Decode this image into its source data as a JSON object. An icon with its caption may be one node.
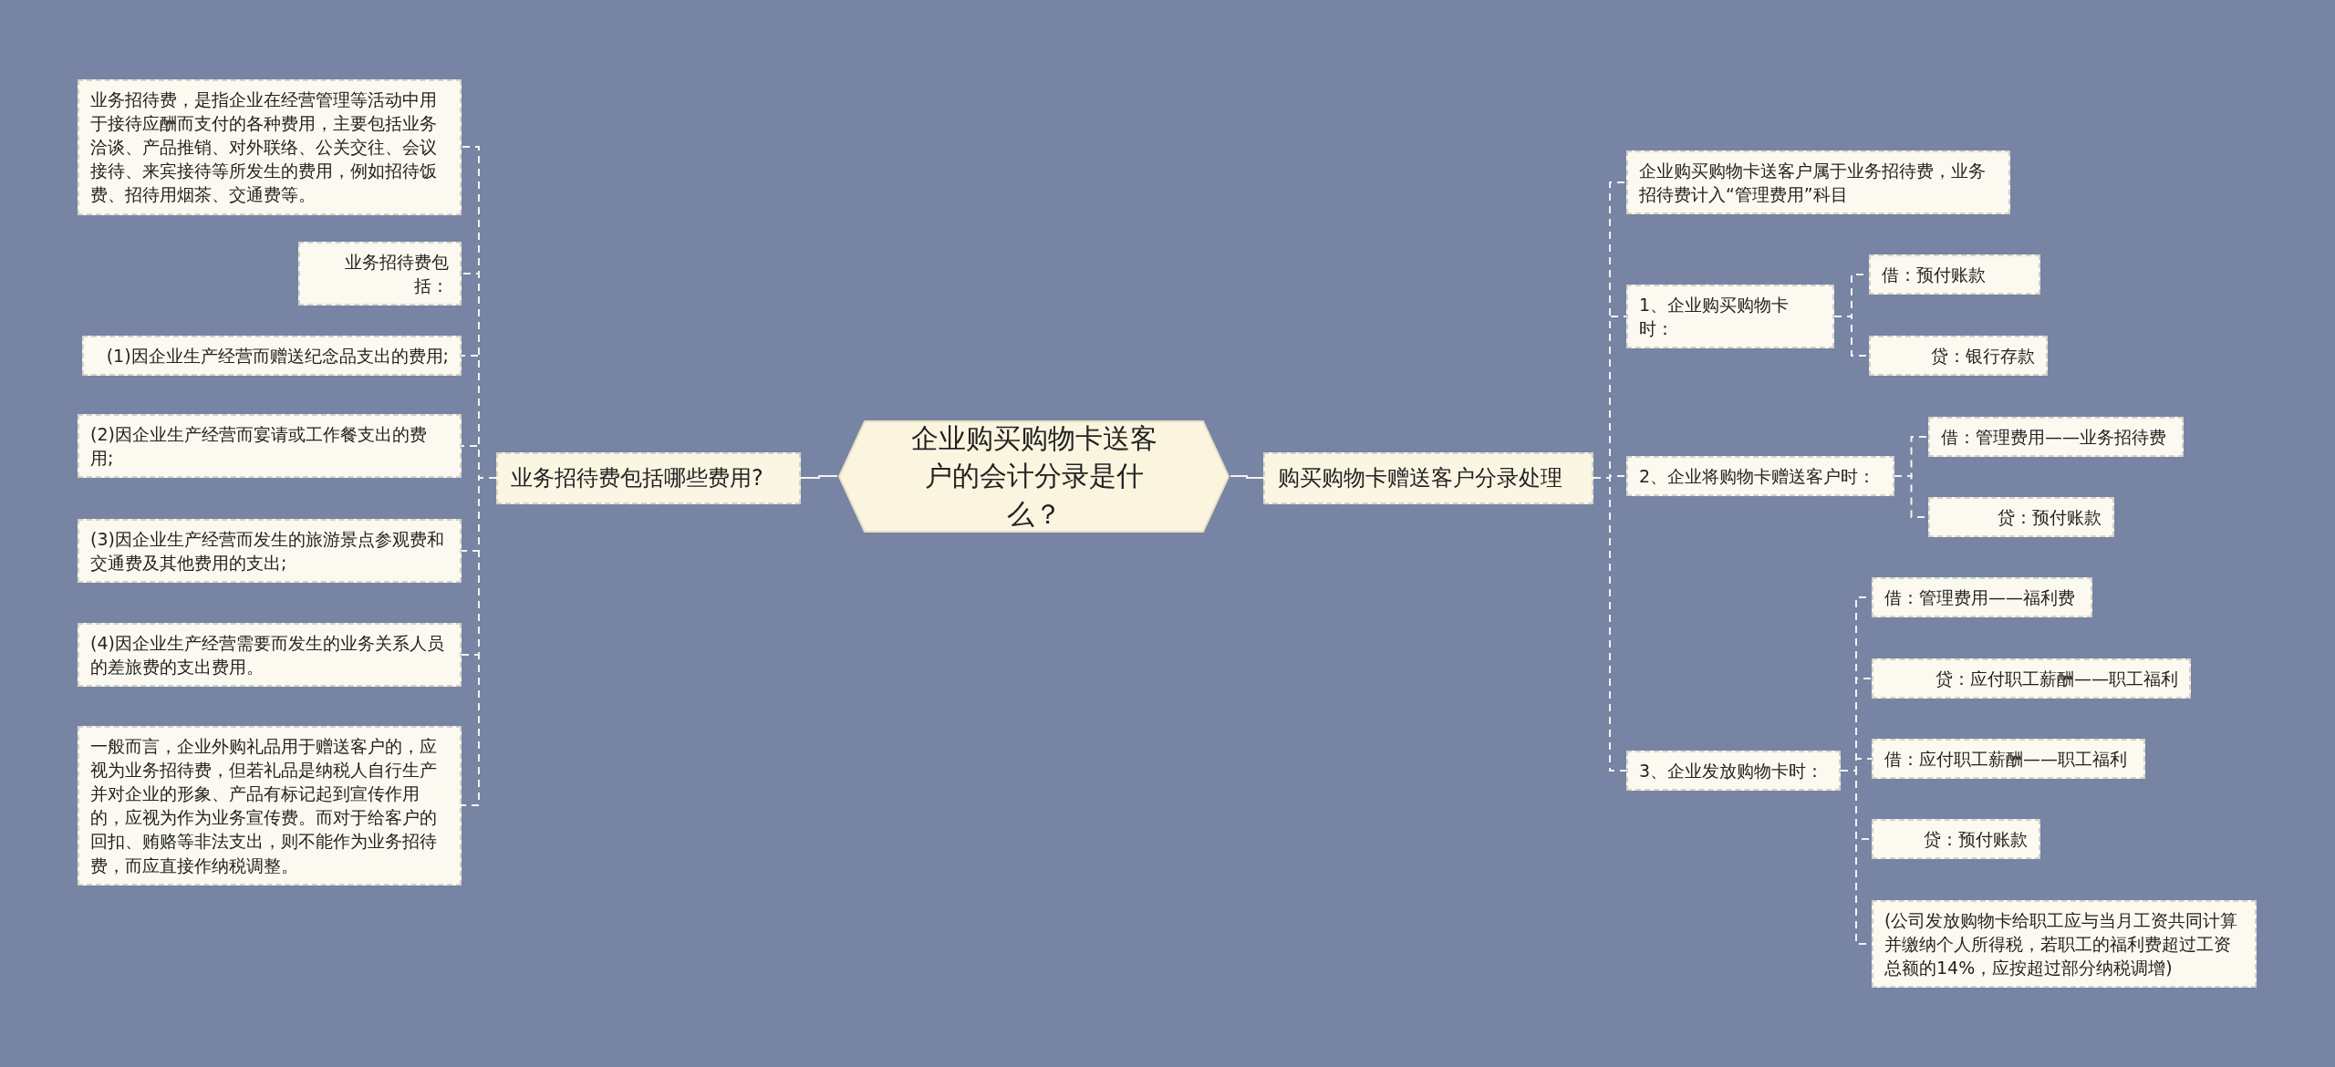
{
  "diagram": {
    "nodes": [
      {
        "text": [
          "企业购买购物卡送客户的会计分录是什么？"
        ]
      },
      {
        "text": [
          "业务招待费包括哪些费用?"
        ]
      },
      {
        "text": [
          "业务招待费，是指企业在经营管理等活动中用于接待应酬而支付的各种费用，主要包括业务洽谈、产品推销、对外联络、公关交往、会议接待、来宾接待等所发生的费用，例如招待饭费、招待用烟茶、交通费等。"
        ]
      },
      {
        "text": [
          "业务招待费包括："
        ]
      },
      {
        "text": [
          "(1)因企业生产经营而赠送纪念品支出的费用;"
        ]
      },
      {
        "text": [
          "(2)因企业生产经营而宴请或工作餐支出的费用;"
        ]
      },
      {
        "text": [
          "(3)因企业生产经营而发生的旅游景点参观费和交通费及其他费用的支出;"
        ]
      },
      {
        "text": [
          "(4)因企业生产经营需要而发生的业务关系人员的差旅费的支出费用。"
        ]
      },
      {
        "text": [
          "一般而言，企业外购礼品用于赠送客户的，应视为业务招待费，但若礼品是纳税人自行生产并对企业的形象、产品有标记起到宣传作用的，应视为作为业务宣传费。而对于给客户的回扣、贿赂等非法支出，则不能作为业务招待费，而应直接作纳税调整。"
        ]
      },
      {
        "text": [
          "购买购物卡赠送客户分录处理"
        ]
      },
      {
        "text": [
          "企业购买购物卡送客户属于业务招待费，业务招待费计入“管理费用”科目"
        ]
      },
      {
        "text": [
          "1、企业购买购物卡时："
        ]
      },
      {
        "text": [
          "借：预付账款"
        ]
      },
      {
        "text": [
          "贷：银行存款"
        ]
      },
      {
        "text": [
          "2、企业将购物卡赠送客户时："
        ]
      },
      {
        "text": [
          "借：管理费用——业务招待费"
        ]
      },
      {
        "text": [
          "贷：预付账款"
        ]
      },
      {
        "text": [
          "3、企业发放购物卡时："
        ]
      },
      {
        "text": [
          "借：管理费用——福利费"
        ]
      },
      {
        "text": [
          "贷：应付职工薪酬——职工福利"
        ]
      },
      {
        "text": [
          "借：应付职工薪酬——职工福利"
        ]
      },
      {
        "text": [
          "贷：预付账款"
        ]
      },
      {
        "text": [
          "(公司发放购物卡给职工应与当月工资共同计算并缴纳个人所得税，若职工的福利费超过工资总额的14%，应按超过部分纳税调增)"
        ]
      }
    ],
    "edges": [
      {
        "from": 0,
        "to": 1,
        "arrow": "none"
      },
      {
        "from": 1,
        "to": 2,
        "arrow": "none",
        "style": "dashed"
      },
      {
        "from": 1,
        "to": 3,
        "arrow": "none",
        "style": "dashed"
      },
      {
        "from": 1,
        "to": 4,
        "arrow": "none",
        "style": "dashed"
      },
      {
        "from": 1,
        "to": 5,
        "arrow": "none",
        "style": "dashed"
      },
      {
        "from": 1,
        "to": 6,
        "arrow": "none",
        "style": "dashed"
      },
      {
        "from": 1,
        "to": 7,
        "arrow": "none",
        "style": "dashed"
      },
      {
        "from": 1,
        "to": 8,
        "arrow": "none",
        "style": "dashed"
      },
      {
        "from": 0,
        "to": 9,
        "arrow": "none"
      },
      {
        "from": 9,
        "to": 10,
        "arrow": "none",
        "style": "dashed"
      },
      {
        "from": 9,
        "to": 11,
        "arrow": "none",
        "style": "dashed"
      },
      {
        "from": 9,
        "to": 14,
        "arrow": "none",
        "style": "dashed"
      },
      {
        "from": 9,
        "to": 17,
        "arrow": "none",
        "style": "dashed"
      },
      {
        "from": 11,
        "to": 12,
        "arrow": "none",
        "style": "dashed"
      },
      {
        "from": 11,
        "to": 13,
        "arrow": "none",
        "style": "dashed"
      },
      {
        "from": 14,
        "to": 15,
        "arrow": "none",
        "style": "dashed"
      },
      {
        "from": 14,
        "to": 16,
        "arrow": "none",
        "style": "dashed"
      },
      {
        "from": 17,
        "to": 18,
        "arrow": "none",
        "style": "dashed"
      },
      {
        "from": 17,
        "to": 19,
        "arrow": "none",
        "style": "dashed"
      },
      {
        "from": 17,
        "to": 20,
        "arrow": "none",
        "style": "dashed"
      },
      {
        "from": 17,
        "to": 21,
        "arrow": "none",
        "style": "dashed"
      },
      {
        "from": 17,
        "to": 22,
        "arrow": "none",
        "style": "dashed"
      }
    ]
  }
}
